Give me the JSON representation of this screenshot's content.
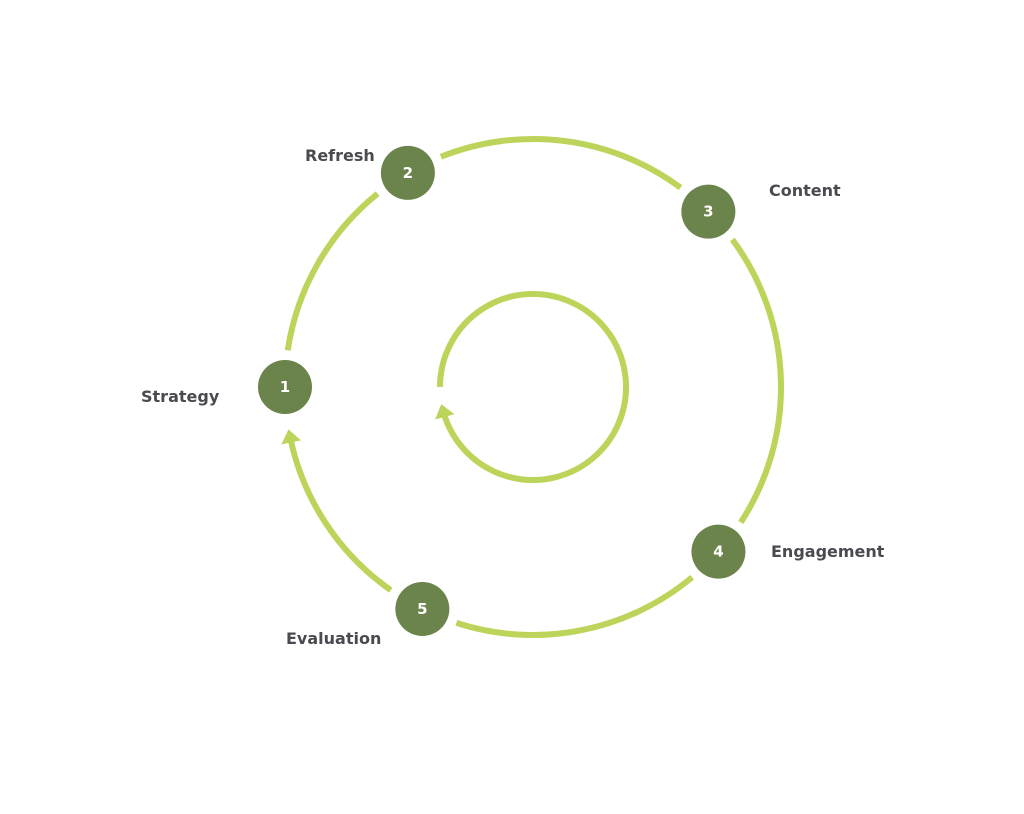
{
  "colors": {
    "ring": "#bcd45a",
    "node": "#6b844b",
    "label": "#4a4a50"
  },
  "steps": [
    {
      "number": "1",
      "label": "Strategy"
    },
    {
      "number": "2",
      "label": "Refresh"
    },
    {
      "number": "3",
      "label": "Content"
    },
    {
      "number": "4",
      "label": "Engagement"
    },
    {
      "number": "5",
      "label": "Evaluation"
    }
  ]
}
